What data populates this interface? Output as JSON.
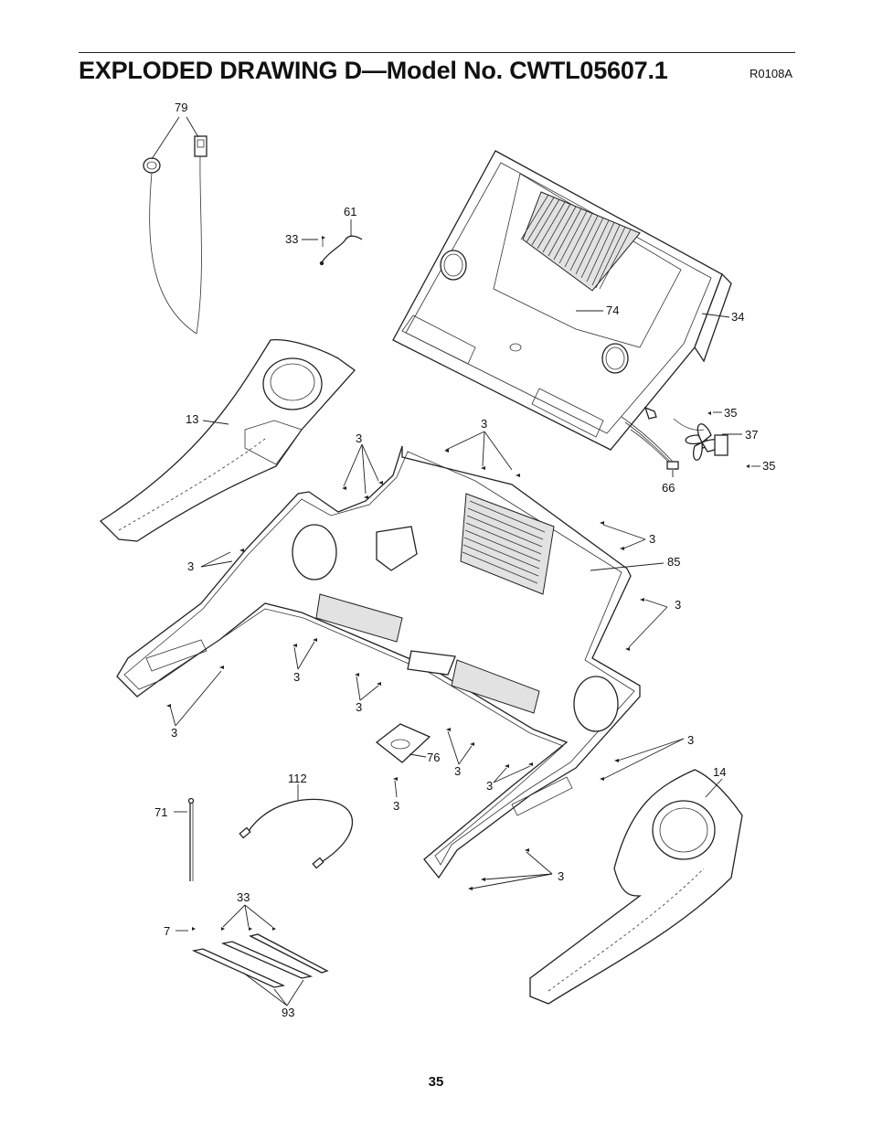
{
  "header": {
    "title": "EXPLODED DRAWING D—Model No. CWTL05607.1",
    "drawing_code": "R0108A"
  },
  "footer": {
    "page_number": "35"
  },
  "callouts": {
    "c79": "79",
    "c61": "61",
    "c33a": "33",
    "c74": "74",
    "c34": "34",
    "c13": "13",
    "c35a": "35",
    "c37": "37",
    "c35b": "35",
    "c66": "66",
    "c3a": "3",
    "c3b": "3",
    "c3c": "3",
    "c85": "85",
    "c3d": "3",
    "c3e": "3",
    "c3f": "3",
    "c3g": "3",
    "c3h": "3",
    "c3i": "3",
    "c76": "76",
    "c3j": "3",
    "c3k": "3",
    "c3l": "3",
    "c14": "14",
    "c112": "112",
    "c71": "71",
    "c3m": "3",
    "c33b": "33",
    "c7": "7",
    "c93": "93"
  }
}
